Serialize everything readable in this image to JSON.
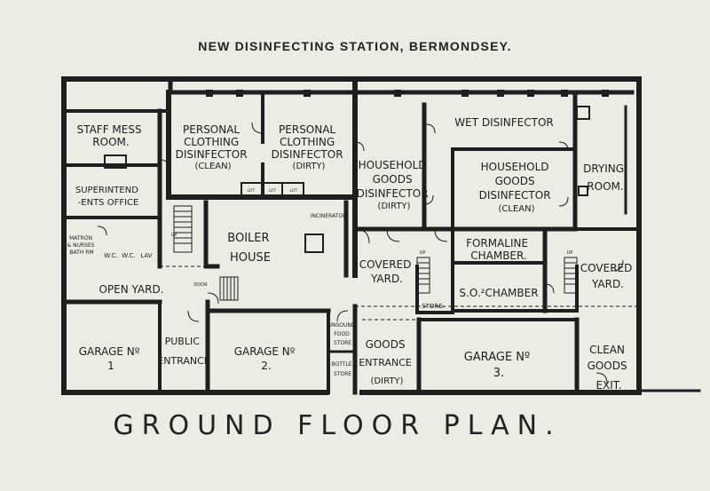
{
  "title": "NEW DISINFECTING STATION, BERMONDSEY.",
  "caption": "GROUND FLOOR PLAN.",
  "rooms": {
    "staff_mess": [
      "STAFF MESS",
      "ROOM."
    ],
    "superintendents_office": [
      "SUPERINTEND",
      "-ENTS OFFICE"
    ],
    "matron_bath": [
      "MATRON",
      "& NURSES",
      "BATH RM"
    ],
    "wc1": "W.C.",
    "wc2": "W.C.",
    "lav": "LAV",
    "personal_clean": [
      "PERSONAL",
      "CLOTHING",
      "DISINFECTOR",
      "(CLEAN)"
    ],
    "personal_dirty": [
      "PERSONAL",
      "CLOTHING",
      "DISINFECTOR",
      "(DIRTY)"
    ],
    "household_dirty": [
      "HOUSEHOLD",
      "GOODS",
      "DISINFECTOR",
      "(DIRTY)"
    ],
    "wet_disinfector": "WET DISINFECTOR",
    "household_clean": [
      "HOUSEHOLD",
      "GOODS",
      "DISINFECTOR",
      "(CLEAN)"
    ],
    "drying_room": [
      "DRYING",
      "ROOM."
    ],
    "boiler_house": [
      "BOILER",
      "HOUSE"
    ],
    "incinerator": "INCINERATOR",
    "covered_yard_1": [
      "COVERED",
      "YARD."
    ],
    "formaline": [
      "FORMALINE",
      "CHAMBER."
    ],
    "so2_chamber": "S.O.²CHAMBER",
    "covered_yard_2": [
      "COVERED",
      "YARD."
    ],
    "store": "STORE.",
    "open_yard": "OPEN YARD.",
    "door": "DOOR",
    "garage1": [
      "GARAGE Nº",
      "1"
    ],
    "public_entrance": [
      "PUBLIC",
      "ENTRANCE"
    ],
    "garage2": [
      "GARAGE Nº",
      "2."
    ],
    "unsound_food": [
      "UNSOUND",
      "FOOD",
      "STORE"
    ],
    "bottle_store": [
      "BOTTLE",
      "STORE"
    ],
    "goods_entrance": [
      "GOODS",
      "ENTRANCE",
      "(DIRTY)"
    ],
    "garage3": [
      "GARAGE Nº",
      "3."
    ],
    "clean_goods_exit": [
      "CLEAN",
      "GOODS",
      "EXIT."
    ],
    "up": "UP",
    "lift": "LIFT",
    "colors": {
      "wall": "#1e1e1e",
      "paper": "#ecebe4"
    }
  }
}
